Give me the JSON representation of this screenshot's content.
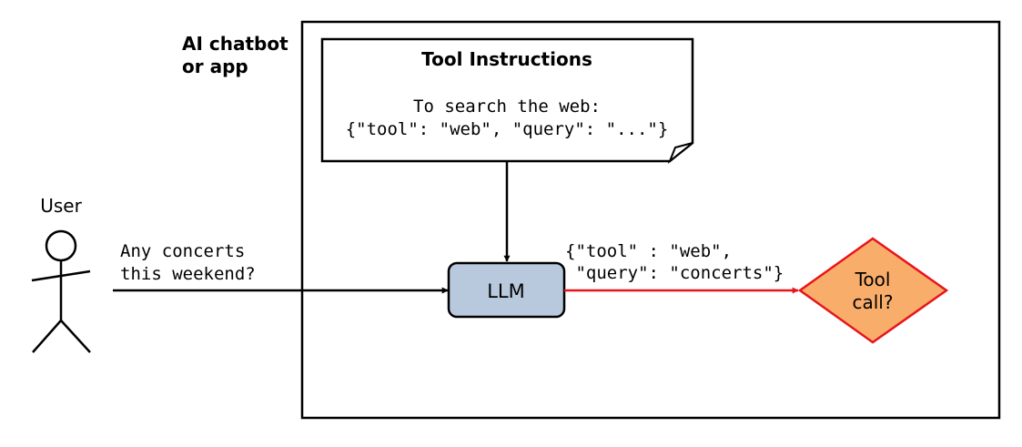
{
  "container": {
    "label_line1": "AI chatbot",
    "label_line2": "or app"
  },
  "tool_instructions": {
    "title": "Tool Instructions",
    "line1": "To search the web:",
    "line2": "{\"tool\": \"web\", \"query\": \"...\"}"
  },
  "user": {
    "label": "User",
    "message_line1": "Any concerts",
    "message_line2": "this weekend?"
  },
  "llm": {
    "label": "LLM",
    "fill": "#b9c9dd"
  },
  "tool_call_output": {
    "line1": "{\"tool\" : \"web\",",
    "line2": " \"query\": \"concerts\"}"
  },
  "decision": {
    "line1": "Tool",
    "line2": "call?",
    "fill": "#f9ad6b",
    "stroke": "#e8141a"
  },
  "colors": {
    "red_arrow": "#e8141a",
    "black": "#000000"
  }
}
